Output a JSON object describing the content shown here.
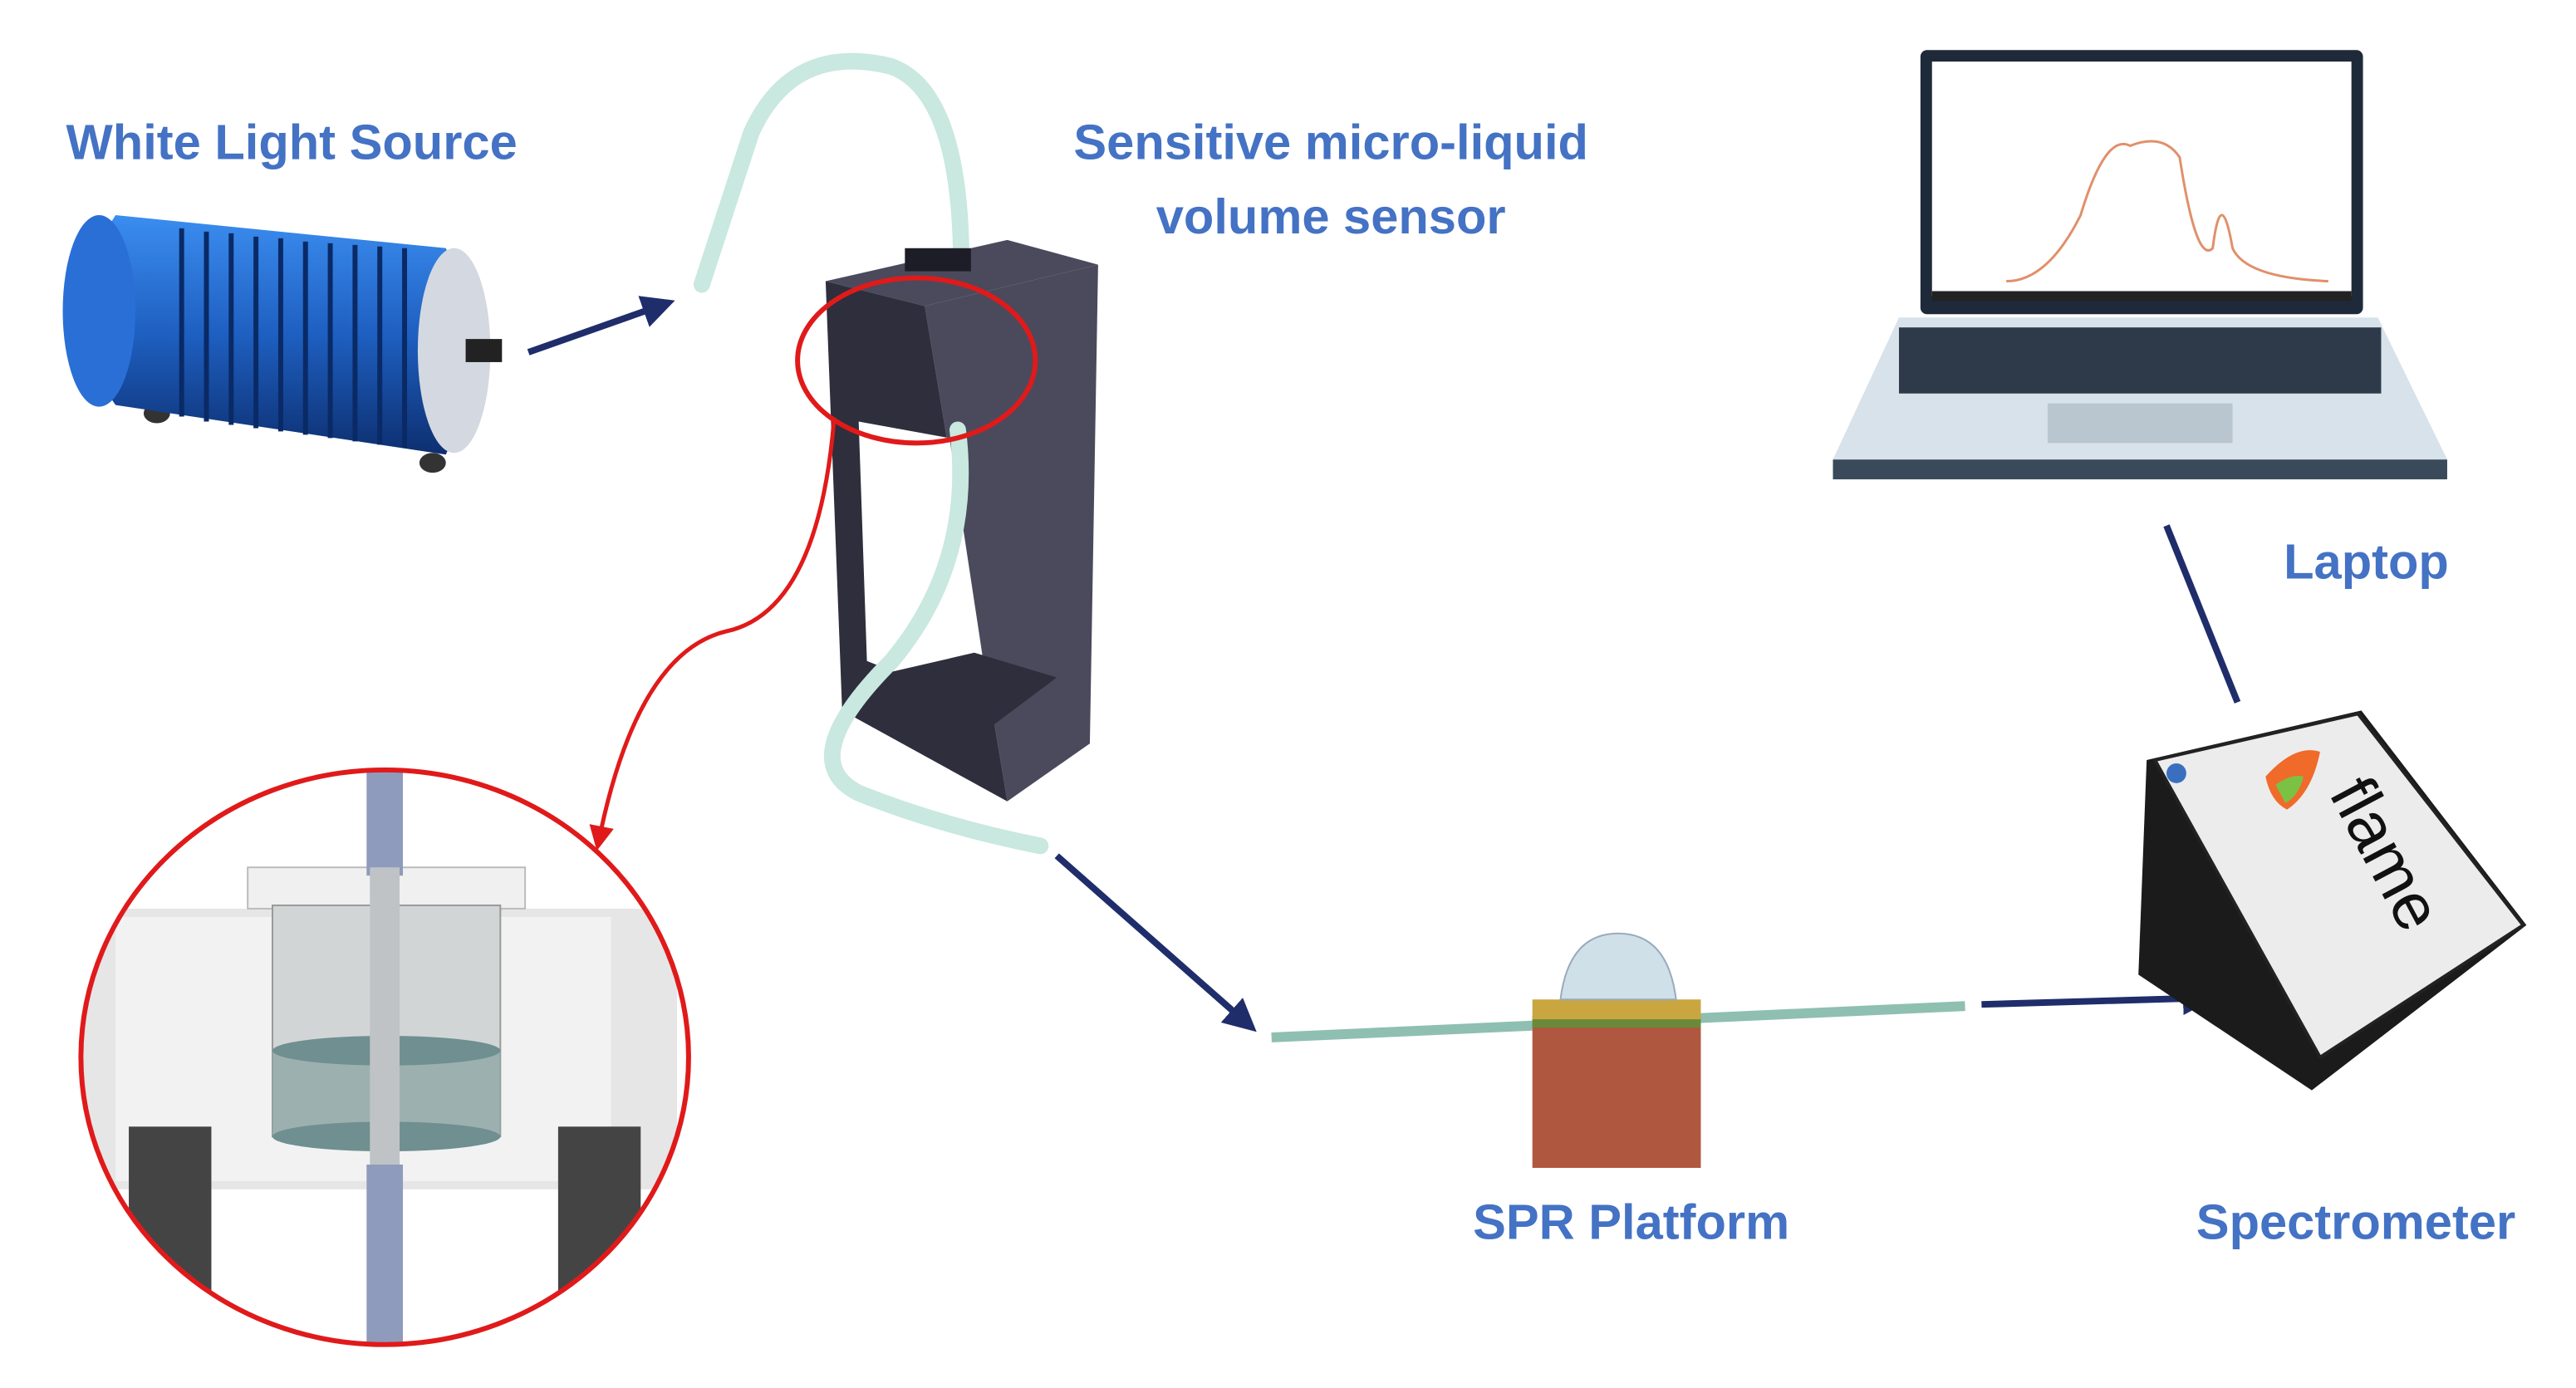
{
  "labels": {
    "light_source": "White Light Source",
    "sensor_line1": "Sensitive micro-liquid",
    "sensor_line2": "volume sensor",
    "laptop": "Laptop",
    "spr": "SPR Platform",
    "spectrometer": "Spectrometer"
  },
  "spectrometer_brand": "flame",
  "colors": {
    "label": "#4472C4",
    "arrow": "#1F2D6B",
    "highlight": "#E01A1A",
    "fiber": "#C9E8DF",
    "sensor_body": "#3A3A4A",
    "light_source": "#1E5FC0",
    "spr_block": "#B0573F"
  }
}
